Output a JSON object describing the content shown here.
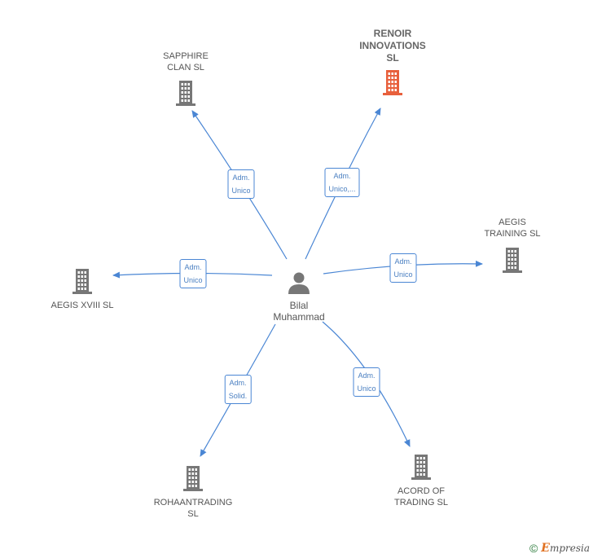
{
  "center": {
    "name": "Bilal\nMuhammad"
  },
  "nodes": [
    {
      "id": "sapphire",
      "name": "SAPPHIRE\nCLAN  SL",
      "highlight": false,
      "role": "Adm.\nUnico"
    },
    {
      "id": "renoir",
      "name": "RENOIR\nINNOVATIONS\nSL",
      "highlight": true,
      "role": "Adm.\nUnico,..."
    },
    {
      "id": "aegis-training",
      "name": "AEGIS\nTRAINING  SL",
      "highlight": false,
      "role": "Adm.\nUnico"
    },
    {
      "id": "aegis-xviii",
      "name": "AEGIS XVIII  SL",
      "highlight": false,
      "role": "Adm.\nUnico"
    },
    {
      "id": "rohaantrading",
      "name": "ROHAANTRADING\nSL",
      "highlight": false,
      "role": "Adm.\nSolid."
    },
    {
      "id": "acord",
      "name": "ACORD OF\nTRADING  SL",
      "highlight": false,
      "role": "Adm.\nUnico"
    }
  ],
  "colors": {
    "edge": "#4a86d4",
    "building": "#777777",
    "building_highlight": "#e8603c",
    "person": "#777777"
  },
  "footer": {
    "copyright": "©",
    "brand_initial": "E",
    "brand_rest": "mpresia"
  }
}
